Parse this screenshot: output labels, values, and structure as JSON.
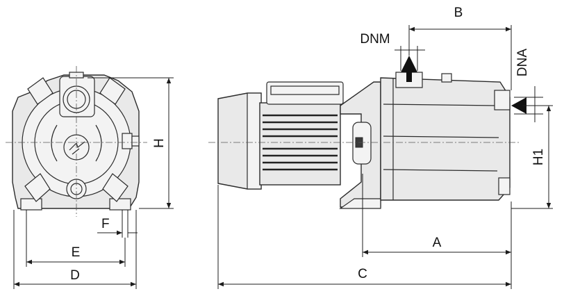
{
  "dimensions": {
    "a": "A",
    "b": "B",
    "c": "C",
    "d": "D",
    "e": "E",
    "f": "F",
    "h": "H",
    "h1": "H1",
    "dnm": "DNM",
    "dna": "DNA"
  }
}
